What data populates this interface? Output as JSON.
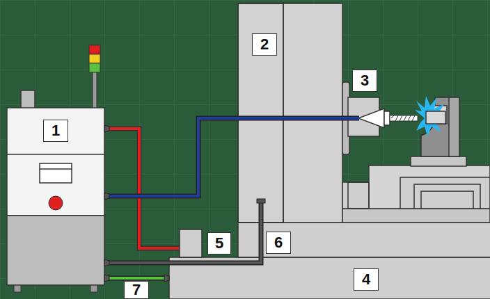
{
  "diagram": {
    "labels": [
      "1",
      "2",
      "3",
      "5",
      "6",
      "4",
      "7"
    ]
  }
}
